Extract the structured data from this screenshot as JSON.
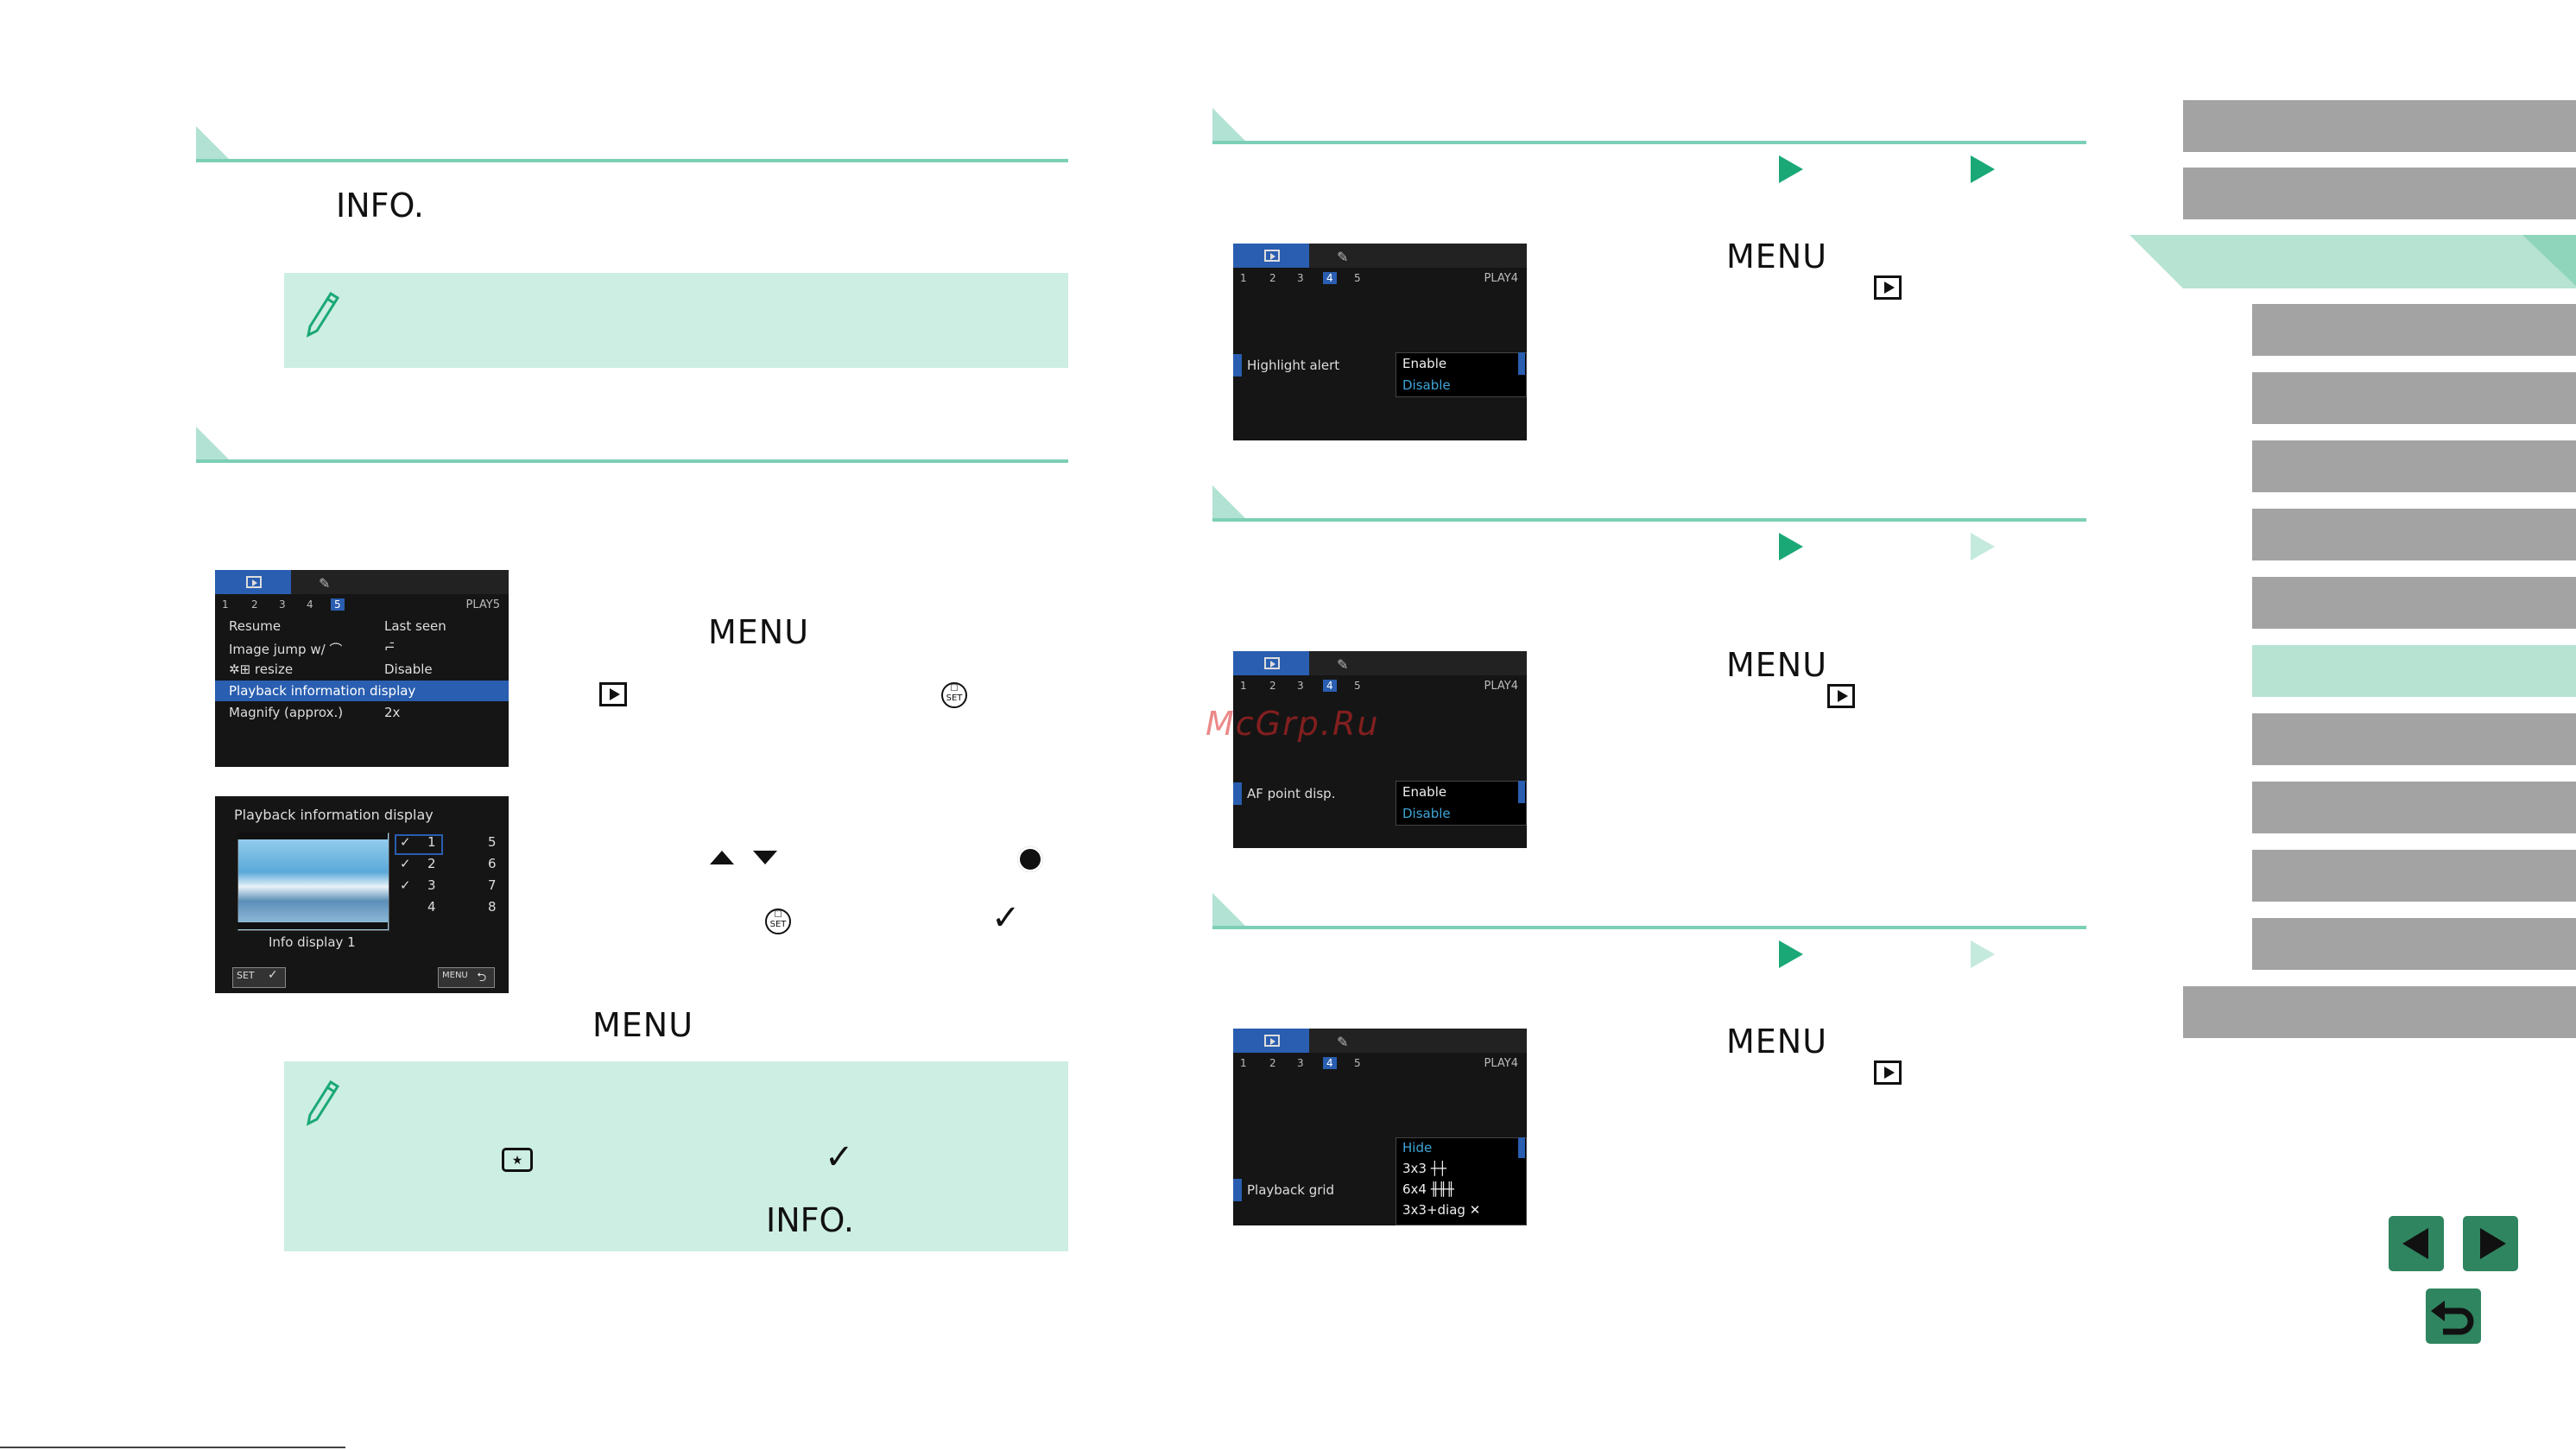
{
  "watermark": "McGrp.Ru",
  "left": {
    "sec1": {
      "info_word": "INFO."
    },
    "sec2": {
      "menu_word_1": "MENU",
      "menu_word_2": "MENU",
      "screen1": {
        "page": "PLAY5",
        "tabs": [
          "1",
          "2",
          "3",
          "4",
          "5"
        ],
        "current_tab": "5",
        "rows": [
          {
            "label": "Resume",
            "value": "Last seen"
          },
          {
            "label": "Image jump w/ ⌒",
            "value": "⌐̄"
          },
          {
            "label": "✲⊞ resize",
            "value": "Disable"
          },
          {
            "label": "Playback information display",
            "value": ""
          },
          {
            "label": "Magnify (approx.)",
            "value": "2x"
          }
        ]
      },
      "screen2": {
        "title": "Playback information display",
        "caption": "Info display 1",
        "checks_left": [
          "1",
          "2",
          "3",
          "4"
        ],
        "checks_right": [
          "5",
          "6",
          "7",
          "8"
        ],
        "set_label": "SET",
        "menu_label": "MENU"
      }
    },
    "note2": {
      "info_word": "INFO."
    }
  },
  "right": {
    "menu_words": [
      "MENU",
      "MENU",
      "MENU"
    ],
    "screen_a": {
      "page": "PLAY4",
      "tabs": [
        "1",
        "2",
        "3",
        "4",
        "5"
      ],
      "current_tab": "4",
      "row_label": "Highlight alert",
      "options": [
        "Enable",
        "Disable"
      ]
    },
    "screen_b": {
      "page": "PLAY4",
      "tabs": [
        "1",
        "2",
        "3",
        "4",
        "5"
      ],
      "current_tab": "4",
      "row_label": "AF point disp.",
      "options": [
        "Enable",
        "Disable"
      ]
    },
    "screen_c": {
      "page": "PLAY4",
      "tabs": [
        "1",
        "2",
        "3",
        "4",
        "5"
      ],
      "current_tab": "4",
      "row_label": "Playback grid",
      "options": [
        "Hide",
        "3x3 ┼┼",
        "6x4 ╫╫╫",
        "3x3+diag ✕"
      ]
    }
  },
  "nav": {
    "tab_count": 14,
    "active_tab": 8,
    "icons": [
      "arrow-left-icon",
      "arrow-right-icon",
      "return-icon"
    ]
  },
  "colors": {
    "section_accent": "#7ccfb6",
    "note_background": "#cdeee2",
    "nav_gray": "#a3a3a3",
    "nav_active": "#b6e3d2",
    "arrow_green": "#1aa876",
    "nav_button": "#2f8560"
  }
}
